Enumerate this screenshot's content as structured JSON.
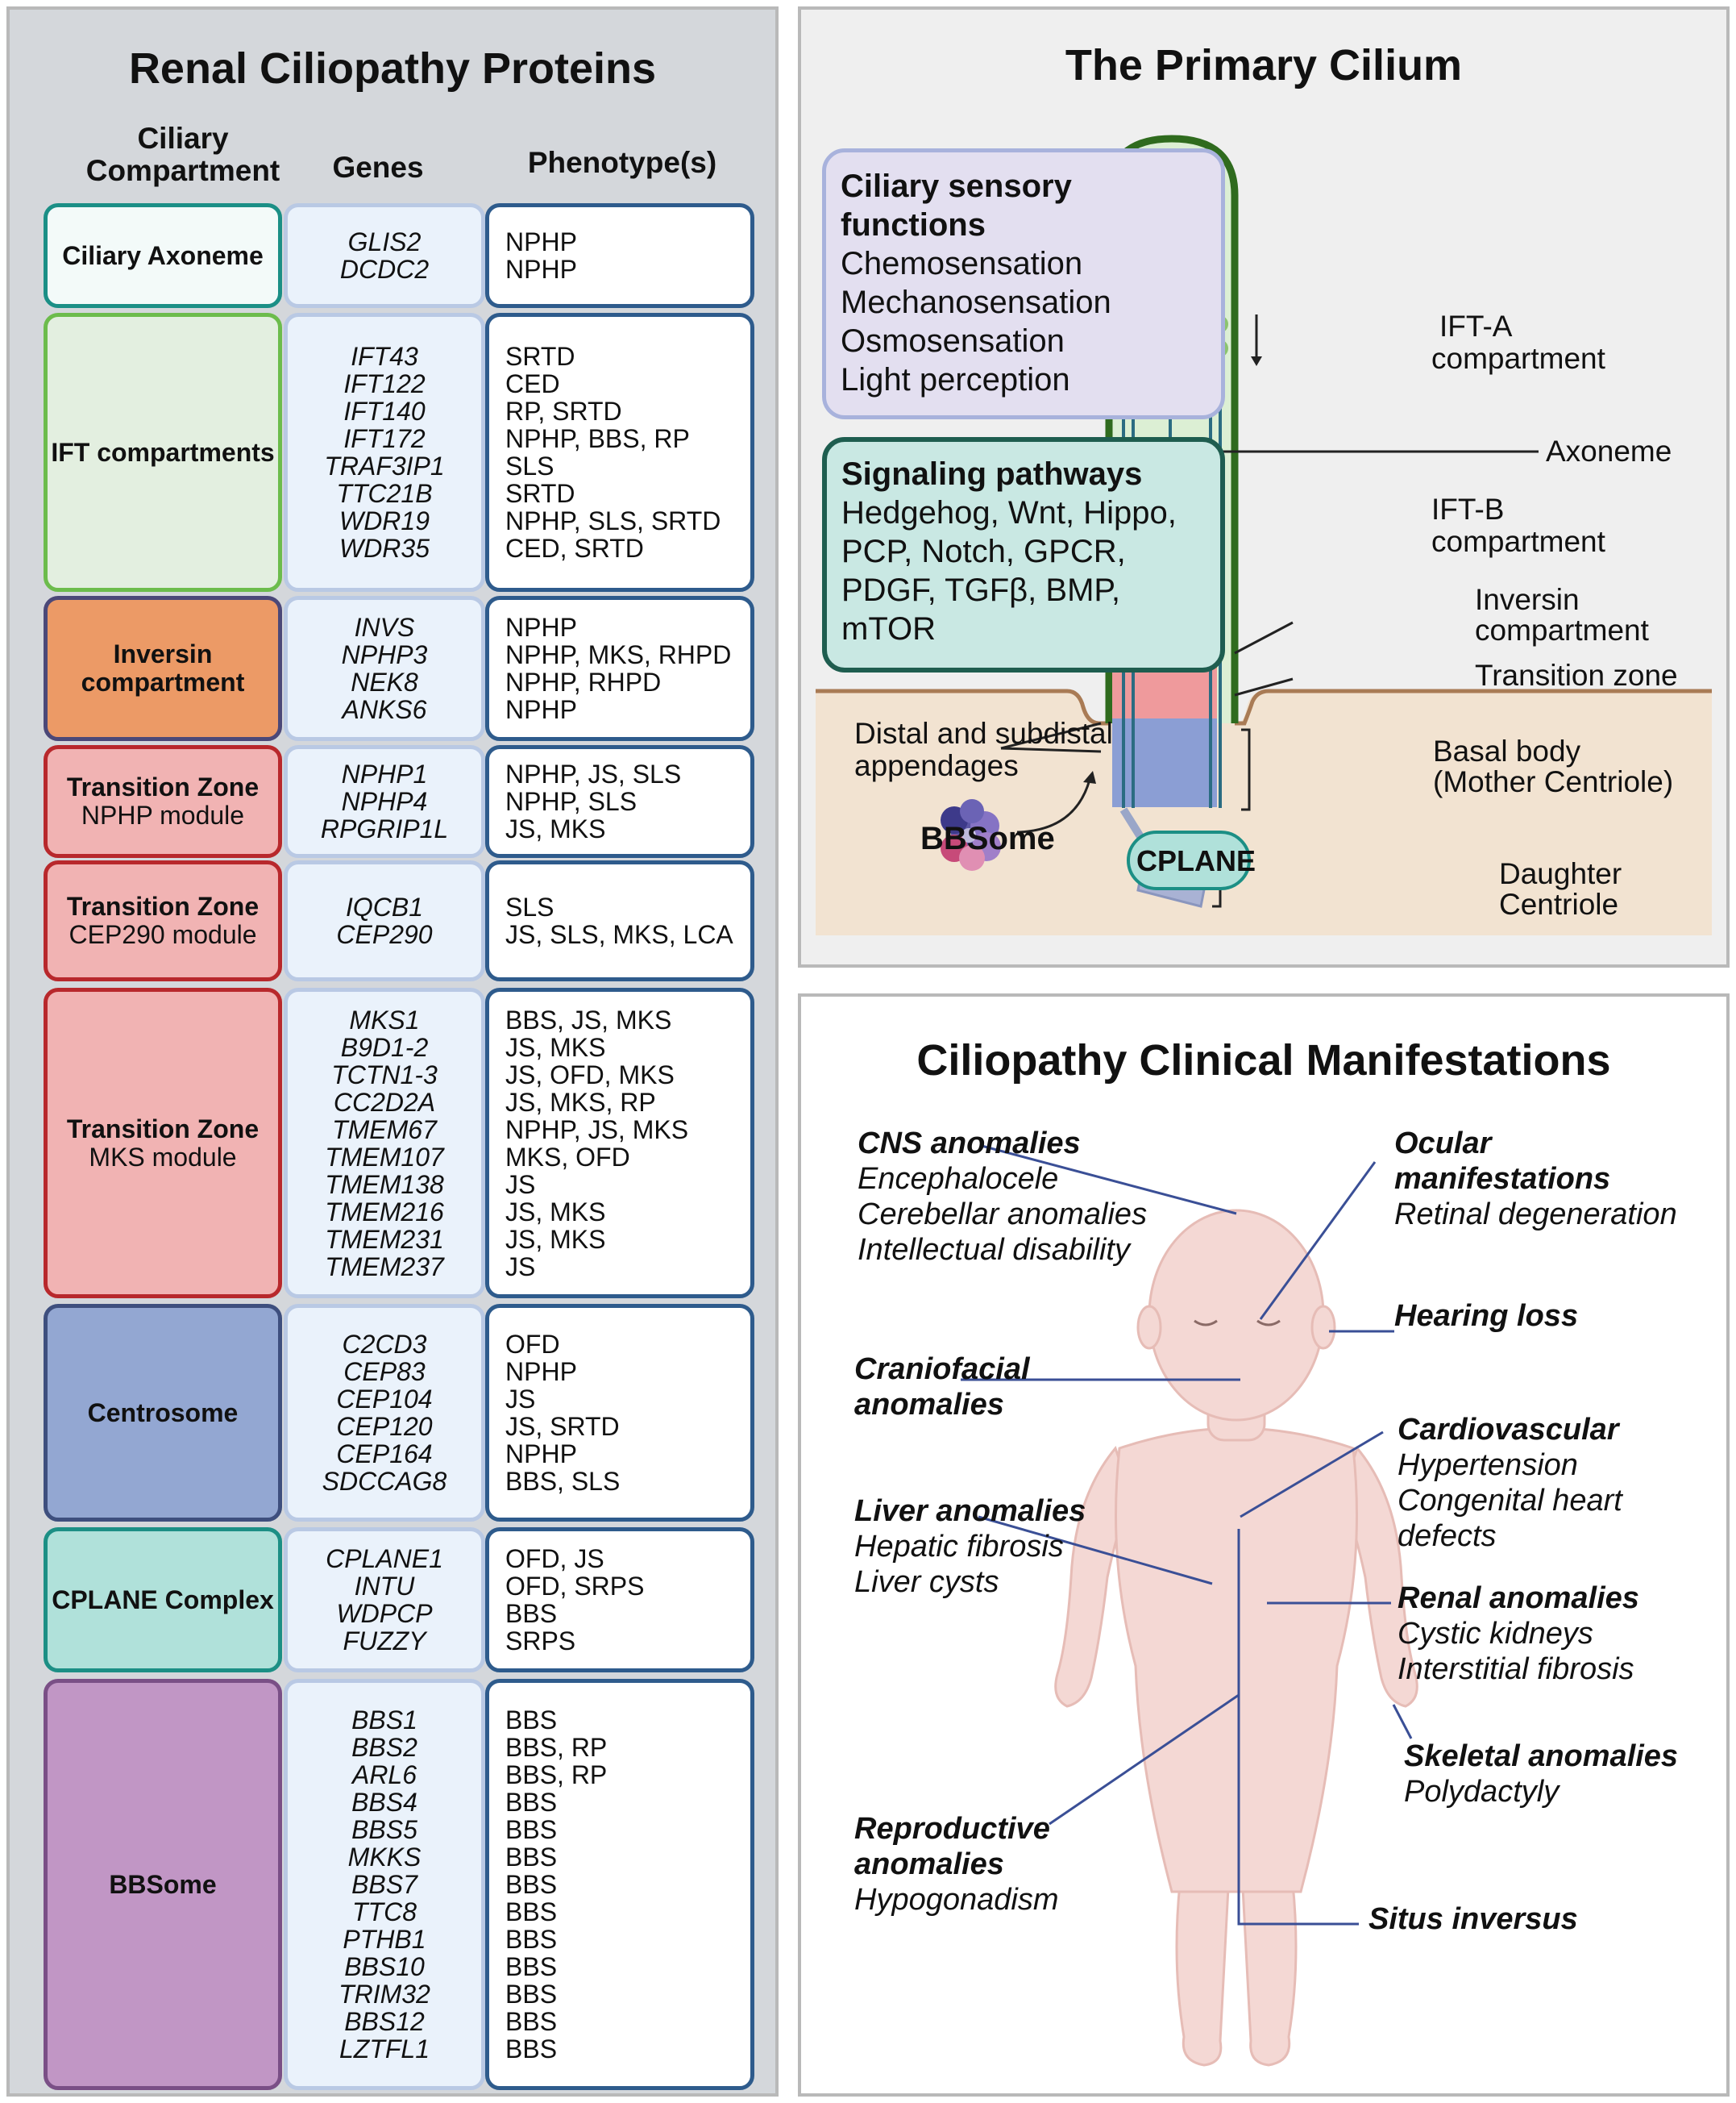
{
  "left": {
    "title": "Renal Ciliopathy Proteins",
    "col_compartment": "Ciliary Compartment",
    "col_genes": "Genes",
    "col_phenotype": "Phenotype(s)",
    "rows": [
      {
        "name1": "Ciliary Axoneme",
        "name2": "",
        "genes": [
          "GLIS2",
          "DCDC2"
        ],
        "phen": [
          "NPHP",
          "NPHP"
        ]
      },
      {
        "name1": "IFT compartments",
        "name2": "",
        "genes": [
          "IFT43",
          "IFT122",
          "IFT140",
          "IFT172",
          "TRAF3IP1",
          "TTC21B",
          "WDR19",
          "WDR35"
        ],
        "phen": [
          "SRTD",
          "CED",
          "RP, SRTD",
          "NPHP, BBS, RP",
          "SLS",
          "SRTD",
          "NPHP, SLS, SRTD",
          "CED, SRTD"
        ]
      },
      {
        "name1": "Inversin compartment",
        "name2": "",
        "genes": [
          "INVS",
          "NPHP3",
          "NEK8",
          "ANKS6"
        ],
        "phen": [
          "NPHP",
          "NPHP, MKS, RHPD",
          "NPHP, RHPD",
          "NPHP"
        ]
      },
      {
        "name1": "Transition Zone",
        "name2": "NPHP module",
        "genes": [
          "NPHP1",
          "NPHP4",
          "RPGRIP1L"
        ],
        "phen": [
          "NPHP, JS, SLS",
          "NPHP, SLS",
          "JS, MKS"
        ]
      },
      {
        "name1": "Transition Zone",
        "name2": "CEP290 module",
        "genes": [
          "IQCB1",
          "CEP290"
        ],
        "phen": [
          "SLS",
          "JS, SLS, MKS, LCA"
        ]
      },
      {
        "name1": "Transition Zone",
        "name2": "MKS module",
        "genes": [
          "MKS1",
          "B9D1-2",
          "TCTN1-3",
          "CC2D2A",
          "TMEM67",
          "TMEM107",
          "TMEM138",
          "TMEM216",
          "TMEM231",
          "TMEM237"
        ],
        "phen": [
          "BBS, JS, MKS",
          "JS, MKS",
          "JS, OFD, MKS",
          "JS, MKS, RP",
          "NPHP, JS, MKS",
          "MKS, OFD",
          "JS",
          "JS, MKS",
          "JS, MKS",
          "JS"
        ]
      },
      {
        "name1": "Centrosome",
        "name2": "",
        "genes": [
          "C2CD3",
          "CEP83",
          "CEP104",
          "CEP120",
          "CEP164",
          "SDCCAG8"
        ],
        "phen": [
          "OFD",
          "NPHP",
          "JS",
          "JS, SRTD",
          "NPHP",
          "BBS, SLS"
        ]
      },
      {
        "name1": "CPLANE Complex",
        "name2": "",
        "genes": [
          "CPLANE1",
          "INTU",
          "WDPCP",
          "FUZZY"
        ],
        "phen": [
          "OFD, JS",
          "OFD, SRPS",
          "BBS",
          "SRPS"
        ]
      },
      {
        "name1": "BBSome",
        "name2": "",
        "genes": [
          "BBS1",
          "BBS2",
          "ARL6",
          "BBS4",
          "BBS5",
          "MKKS",
          "BBS7",
          "TTC8",
          "PTHB1",
          "BBS10",
          "TRIM32",
          "BBS12",
          "LZTFL1"
        ],
        "phen": [
          "BBS",
          "BBS, RP",
          "BBS, RP",
          "BBS",
          "BBS",
          "BBS",
          "BBS",
          "BBS",
          "BBS",
          "BBS",
          "BBS",
          "BBS",
          "BBS"
        ]
      }
    ],
    "colors": [
      {
        "bg": "#f3faf9",
        "border": "#1b8f86",
        "text": "#111111"
      },
      {
        "bg": "#e3efe0",
        "border": "#6cbc4c",
        "text": "#111111"
      },
      {
        "bg": "#ec9a66",
        "border": "#4b4878",
        "text": "#111111"
      },
      {
        "bg": "#f1b3b3",
        "border": "#b8282c",
        "text": "#111111"
      },
      {
        "bg": "#f1b3b3",
        "border": "#b8282c",
        "text": "#111111"
      },
      {
        "bg": "#f1b3b3",
        "border": "#b8282c",
        "text": "#111111"
      },
      {
        "bg": "#93a7d2",
        "border": "#3e4f7e",
        "text": "#111111"
      },
      {
        "bg": "#b0e1da",
        "border": "#1c8f85",
        "text": "#111111"
      },
      {
        "bg": "#c196c5",
        "border": "#7a4f86",
        "text": "#111111"
      }
    ]
  },
  "cilium": {
    "title": "The Primary Cilium",
    "sensory_title1": "Ciliary sensory",
    "sensory_title2": "functions",
    "sensory_items": [
      "Chemosensation",
      "Mechanosensation",
      "Osmosensation",
      "Light perception"
    ],
    "signaling_title": "Signaling pathways",
    "signaling_items": [
      "Hedgehog, Wnt, Hippo,",
      "PCP, Notch, GPCR,",
      "PDGF, TGFβ, BMP,",
      "mTOR"
    ],
    "ift_a_1": "IFT-A",
    "ift_a_2": "compartment",
    "axoneme": "Axoneme",
    "ift_b_1": "IFT-B",
    "ift_b_2": "compartment",
    "inversin_1": "Inversin",
    "inversin_2": "compartment",
    "transition_zone": "Transition zone",
    "distal_1": "Distal and subdistal",
    "distal_2": "appendages",
    "basal_1": "Basal body",
    "basal_2": "(Mother Centriole)",
    "bbsome": "BBSome",
    "cplane": "CPLANE",
    "daughter_1": "Daughter",
    "daughter_2": "Centriole"
  },
  "clinical": {
    "title": "Ciliopathy Clinical Manifestations",
    "cns": {
      "head": "CNS anomalies",
      "items": [
        "Encephalocele",
        "Cerebellar anomalies",
        "Intellectual disability"
      ]
    },
    "ocular": {
      "head1": "Ocular",
      "head2": "manifestations",
      "items": [
        "Retinal degeneration"
      ]
    },
    "hearing": {
      "head": "Hearing loss"
    },
    "craniofacial": {
      "head1": "Craniofacial",
      "head2": "anomalies"
    },
    "cardio": {
      "head": "Cardiovascular",
      "items": [
        "Hypertension",
        "Congenital heart",
        "defects"
      ]
    },
    "liver": {
      "head": "Liver anomalies",
      "items": [
        "Hepatic fibrosis",
        "Liver cysts"
      ]
    },
    "renal": {
      "head": "Renal anomalies",
      "items": [
        "Cystic kidneys",
        "Interstitial fibrosis"
      ]
    },
    "skeletal": {
      "head": "Skeletal anomalies",
      "items": [
        "Polydactyly"
      ]
    },
    "reproductive": {
      "head1": "Reproductive",
      "head2": "anomalies",
      "items": [
        "Hypogonadism"
      ]
    },
    "situs": {
      "head": "Situs inversus"
    }
  }
}
